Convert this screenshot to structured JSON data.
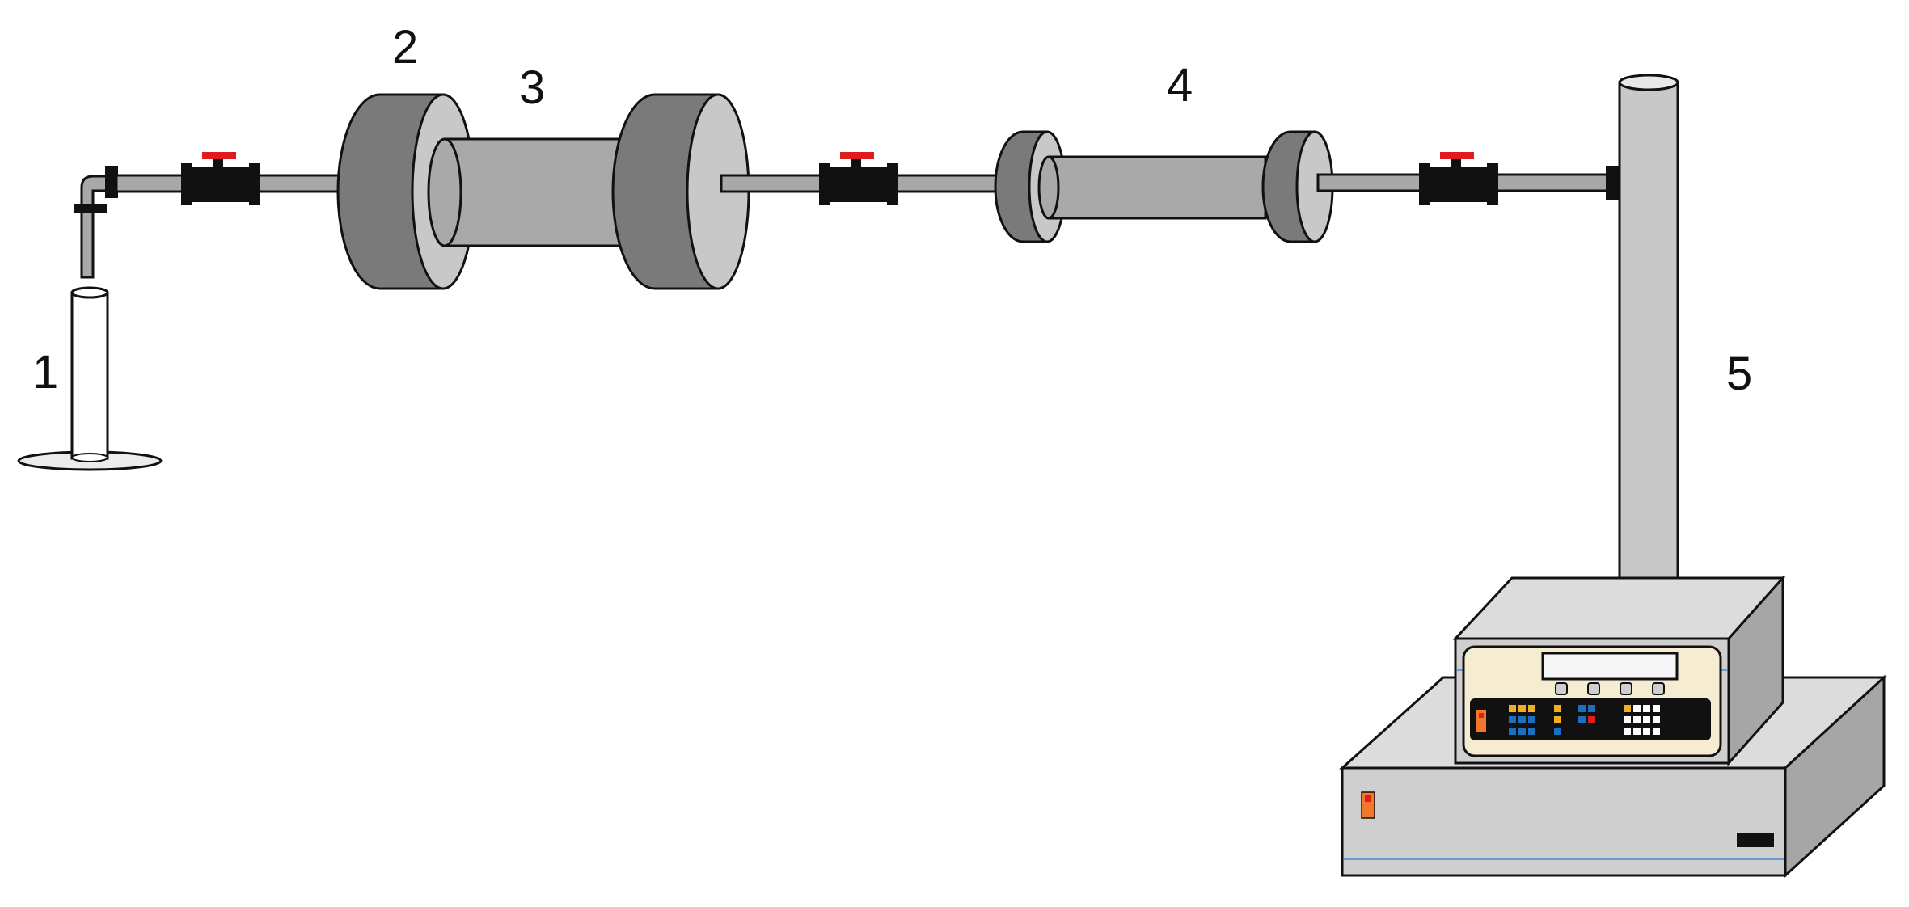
{
  "labels": {
    "one": "1",
    "two": "2",
    "three": "3",
    "four": "4",
    "five": "5"
  },
  "colors": {
    "pipe": "#a8a8a8",
    "flange_dark": "#7a7a7a",
    "flange_face": "#c8c8c8",
    "chamber_body": "#a9a9a9",
    "valve_handle": "#e01b1b",
    "valve_body": "#111111",
    "column": "#c8c8c8",
    "cabinet": "#cfcfcf",
    "panel": "#f6ecd2",
    "keypad_frame": "#111111",
    "key_yellow": "#f2b01e",
    "key_blue": "#1a6fc0",
    "key_white": "#ffffff",
    "key_red": "#e01b1b",
    "accent_line": "#6a9bd1"
  }
}
